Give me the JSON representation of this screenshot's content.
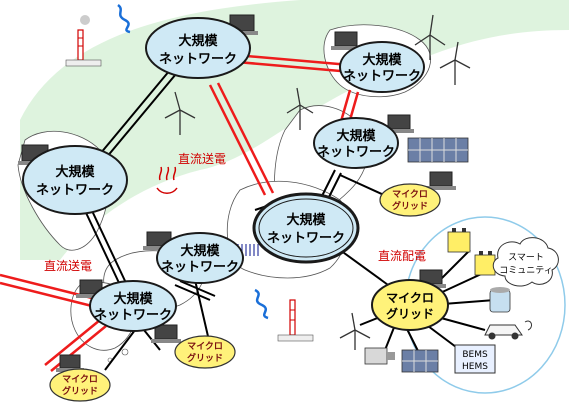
{
  "labels": {
    "large_network_line1": "大規模",
    "large_network_line2": "ネットワーク",
    "micro_grid_line1": "マイクロ",
    "micro_grid_line2": "グリッド",
    "dc_transmission_top": "直流送電",
    "dc_transmission_left": "直流送電",
    "dc_distribution": "直流配電",
    "smart_community_line1": "スマート",
    "smart_community_line2": "コミュニティ",
    "bems": "BEMS",
    "hems": "HEMS"
  },
  "colors": {
    "network_fill": "#cfe9f5",
    "network_stroke": "#1a1a1a",
    "microgrid_fill": "#fff27a",
    "dc_line": "#ee1c1c",
    "ac_line": "#000000",
    "land": "#ffffff",
    "sea_band": "#d8f0d8",
    "community_ring": "#8fcbea"
  }
}
